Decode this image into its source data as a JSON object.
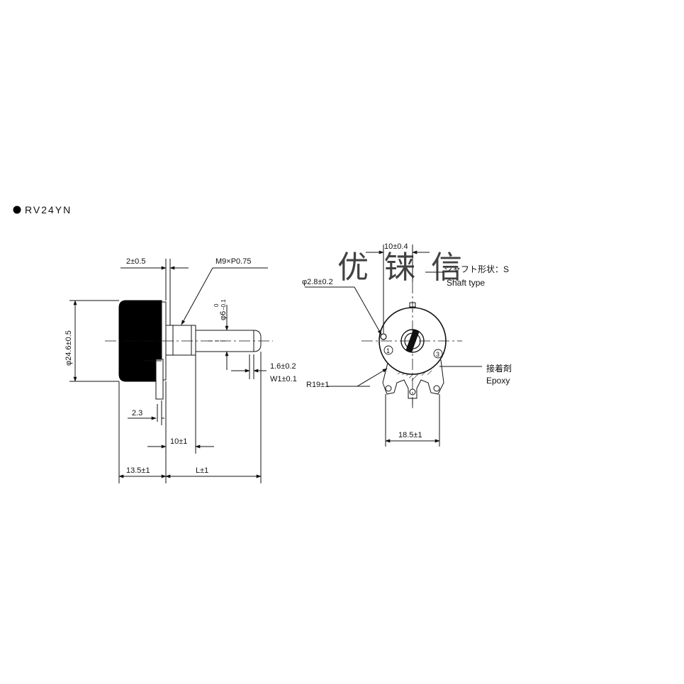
{
  "colors": {
    "ink": "#111111",
    "body": "#000000",
    "background": "#ffffff"
  },
  "title": {
    "bullet_icon": "filled-circle",
    "model": "RV24YN"
  },
  "watermark": "优 铼 信",
  "side_view": {
    "dim_shaft_spacer": "2±0.5",
    "dim_thread": "M9×P0.75",
    "dim_shaft_dia_main": "φ6",
    "dim_shaft_dia_tol_top": "0",
    "dim_shaft_dia_tol_bot": "−0.1",
    "dim_body_dia": "φ24.6±0.5",
    "dim_slot_depth": "1.6±0.2",
    "dim_slot_width": "W1±0.1",
    "dim_terminal": "2.3",
    "dim_bushing": "10±1",
    "dim_body_len": "13.5±1",
    "dim_shaft_len": "L±1"
  },
  "front_view": {
    "dim_top": "10±0.4",
    "shaft_type_jp": "シャフト形状：S",
    "shaft_type_en": "Shaft type",
    "dim_hole": "φ2.8±0.2",
    "dim_radius": "R19±1",
    "adhesive_jp": "接着剤",
    "adhesive_en": "Epoxy",
    "dim_terminal_span": "18.5±1",
    "terminal_1": "1",
    "terminal_3": "3"
  }
}
